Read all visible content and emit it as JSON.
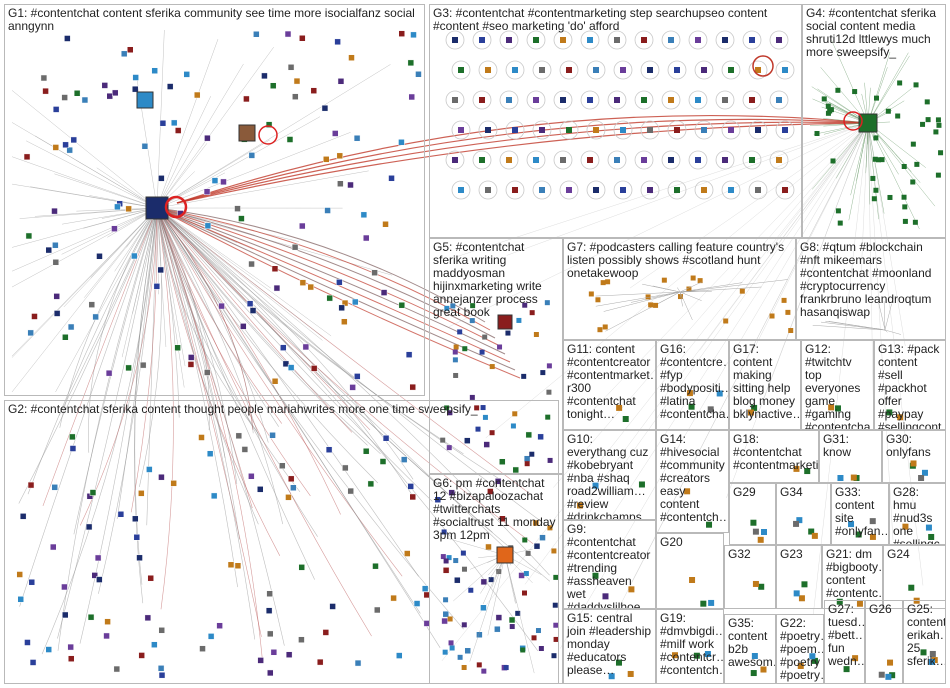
{
  "groups": [
    {
      "id": "G1",
      "label": "G1: #contentchat content sferika community see time more isocialfanz social anngynn"
    },
    {
      "id": "G2",
      "label": "G2: #contentchat sferika content thought people mariahwrites more one time sweepsify_"
    },
    {
      "id": "G3",
      "label": "G3: #contentchat #contentmarketing step searchupseo content #content #seo marketing 'do' afford"
    },
    {
      "id": "G4",
      "label": "G4: #contentchat sferika social content media shruti12d lttlewys much more sweepsify_"
    },
    {
      "id": "G5",
      "label": "G5: #contentchat sferika writing maddyosman hijinxmarketing write annejanzer process great book"
    },
    {
      "id": "G6",
      "label": "G6: pm #contentchat 12 #bizapaloozachat #twitterchats #socialtrust 11 monday 3pm 12pm"
    },
    {
      "id": "G7",
      "label": "G7: #podcasters calling feature country's listen possibly shows #scotland hunt onetakewoop"
    },
    {
      "id": "G8",
      "label": "G8: #qtum #blockchain #nft mikeemars #contentchat #moonland #cryptocurrency frankrbruno leandroqtum hasanqiswap"
    },
    {
      "id": "G9",
      "label": "G9: #contentchat #contentcreator #trending #assheaven wet #daddyslilhoe…"
    },
    {
      "id": "G10",
      "label": "G10: everythang cuz #kobebryant #nba #shaq road2william… #review #drinkchamps…"
    },
    {
      "id": "G11",
      "label": "G11: content #contentcreator #contentmarket… r300 #contentchat tonight…"
    },
    {
      "id": "G12",
      "label": "G12: #twitchtv top everyones game #gaming #contentcha…"
    },
    {
      "id": "G13",
      "label": "G13: #pack content #sell #packhot offer #paypay #sellingcont…"
    },
    {
      "id": "G14",
      "label": "G14: #hivesocial #community #creators easy content #contentch…"
    },
    {
      "id": "G15",
      "label": "G15: central join #leadership monday #educators please…"
    },
    {
      "id": "G16",
      "label": "G16: #contentcre… #fyp #bodypositi… #latina #contentcha…"
    },
    {
      "id": "G17",
      "label": "G17: content making sitting help blog money bklynactive…"
    },
    {
      "id": "G18",
      "label": "G18: #contentchat #contentmarketi…"
    },
    {
      "id": "G19",
      "label": "G19: #dmvbigdi… #milf work #contentcr… #contentch…"
    },
    {
      "id": "G20",
      "label": "G20"
    },
    {
      "id": "G21",
      "label": "G21: dm #bigbooty… content #contentc…"
    },
    {
      "id": "G22",
      "label": "G22: #poetry… #poem… #poetry #poetry…"
    },
    {
      "id": "G23",
      "label": "G23"
    },
    {
      "id": "G24",
      "label": "G24"
    },
    {
      "id": "G25",
      "label": "G25: content erikah… 25 sferik…"
    },
    {
      "id": "G26",
      "label": "G26"
    },
    {
      "id": "G27",
      "label": "G27: tuesd… #bett… fun wedn…"
    },
    {
      "id": "G28",
      "label": "G28: hmu #nud3s one #sellingc…"
    },
    {
      "id": "G29",
      "label": "G29"
    },
    {
      "id": "G30",
      "label": "G30: onlyfans"
    },
    {
      "id": "G31",
      "label": "G31: know"
    },
    {
      "id": "G32",
      "label": "G32"
    },
    {
      "id": "G33",
      "label": "G33: content site #onlyfan…"
    },
    {
      "id": "G34",
      "label": "G34"
    },
    {
      "id": "G35",
      "label": "G35: content b2b awesom…"
    }
  ],
  "node_labels": [
    "sferika",
    "isocialfanz",
    "anngynn",
    "mariahwrites",
    "sweepsify_",
    "shruti12d",
    "maddyosman",
    "hijinxmarketing",
    "annejanzer",
    "onetakewoop",
    "mikeemars",
    "frankrbruno",
    "leandroqtum",
    "hasanqiswap",
    "searchupseo",
    "bklynactive",
    "erikah",
    "road2william",
    "lttlewys"
  ],
  "colors": {
    "panel_border": "#b9b9b9",
    "edge": "#777777",
    "edge_highlight": "#c0392b",
    "node_fill": "#1b2c6b",
    "title_text": "#222222"
  }
}
